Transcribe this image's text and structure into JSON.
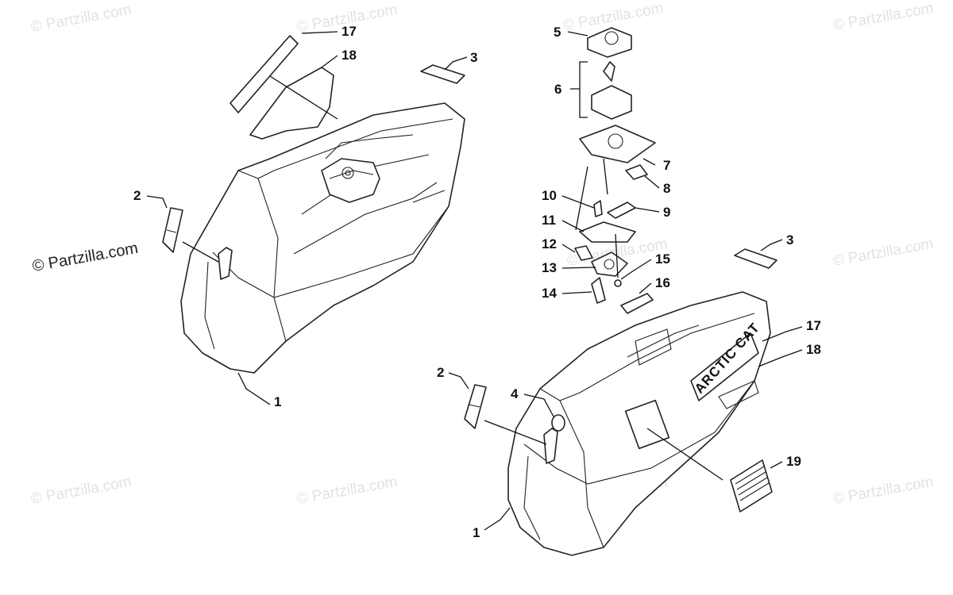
{
  "diagram": {
    "watermark_text": "© Partzilla.com",
    "brand_text": "ARCTIC CAT",
    "callouts": [
      {
        "id": "c1a",
        "label": "1"
      },
      {
        "id": "c1b",
        "label": "1"
      },
      {
        "id": "c2a",
        "label": "2"
      },
      {
        "id": "c2b",
        "label": "2"
      },
      {
        "id": "c3a",
        "label": "3"
      },
      {
        "id": "c3b",
        "label": "3"
      },
      {
        "id": "c4",
        "label": "4"
      },
      {
        "id": "c5",
        "label": "5"
      },
      {
        "id": "c6",
        "label": "6"
      },
      {
        "id": "c7",
        "label": "7"
      },
      {
        "id": "c8",
        "label": "8"
      },
      {
        "id": "c9",
        "label": "9"
      },
      {
        "id": "c10",
        "label": "10"
      },
      {
        "id": "c11",
        "label": "11"
      },
      {
        "id": "c12",
        "label": "12"
      },
      {
        "id": "c13",
        "label": "13"
      },
      {
        "id": "c14",
        "label": "14"
      },
      {
        "id": "c15",
        "label": "15"
      },
      {
        "id": "c16",
        "label": "16"
      },
      {
        "id": "c17a",
        "label": "17"
      },
      {
        "id": "c17b",
        "label": "17"
      },
      {
        "id": "c18a",
        "label": "18"
      },
      {
        "id": "c18b",
        "label": "18"
      },
      {
        "id": "c19",
        "label": "19"
      }
    ]
  }
}
